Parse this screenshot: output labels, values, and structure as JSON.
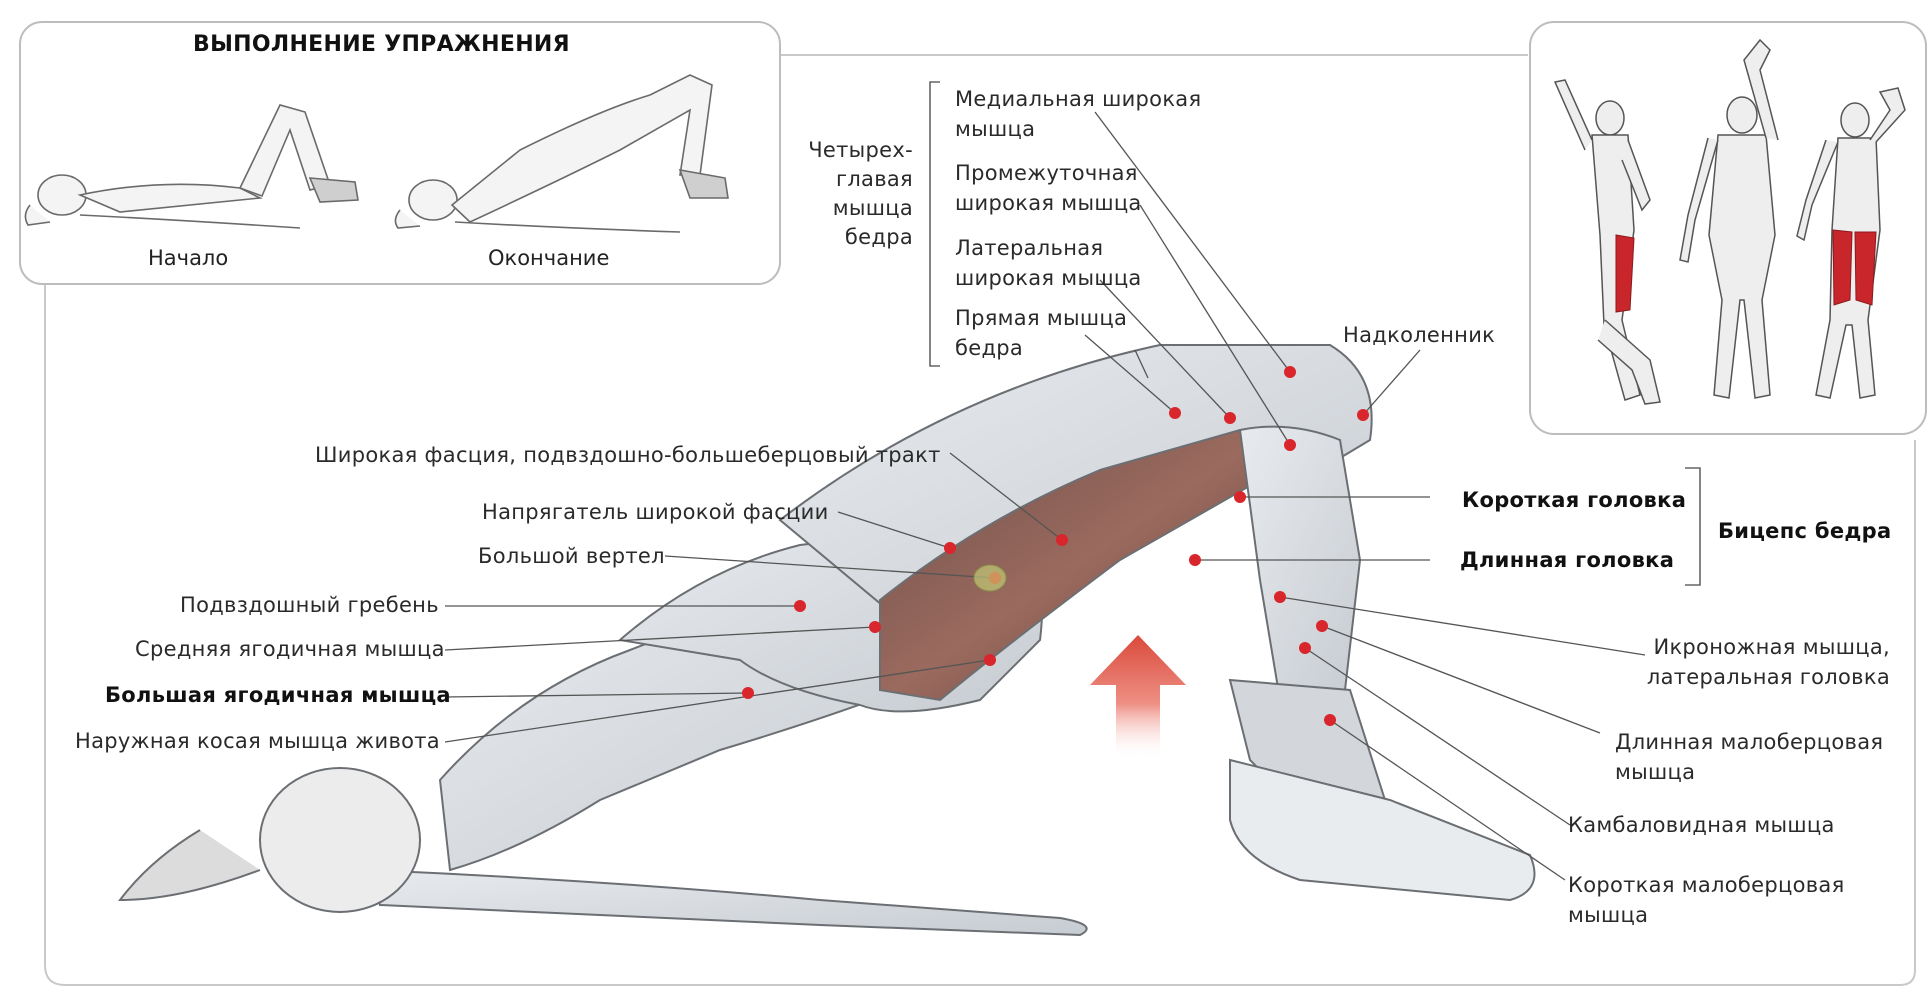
{
  "inset": {
    "title": "ВЫПОЛНЕНИЕ УПРАЖНЕНИЯ",
    "start": "Начало",
    "end": "Окончание"
  },
  "quad": {
    "group": [
      "Четырех-",
      "главая",
      "мышца",
      "бедра"
    ],
    "vastus_medialis": [
      "Медиальная широкая",
      "мышца"
    ],
    "vastus_intermedius": [
      "Промежуточная",
      "широкая мышца"
    ],
    "vastus_lateralis": [
      "Латеральная",
      "широкая мышца"
    ],
    "rectus_femoris": [
      "Прямая мышца",
      "бедра"
    ]
  },
  "patella": "Надколенник",
  "left_labels": {
    "fascia_lata": "Широкая фасция, подвздошно-большеберцовый тракт",
    "tensor": "Напрягатель широкой фасции",
    "trochanter": "Большой вертел",
    "iliac_crest": "Подвздошный гребень",
    "gluteus_medius": "Средняя ягодичная мышца",
    "gluteus_maximus": "Большая ягодичная мышца",
    "external_oblique": "Наружная косая мышца живота"
  },
  "biceps": {
    "short_head": "Короткая головка",
    "long_head": "Длинная головка",
    "group": "Бицепс бедра"
  },
  "right_labels": {
    "gastrocnemius": [
      "Икроножная мышца,",
      "латеральная  головка"
    ],
    "peroneus_longus": [
      "Длинная  малоберцовая",
      "мышца"
    ],
    "soleus": "Камбаловидная  мышца",
    "peroneus_brevis": [
      "Короткая  малоберцовая",
      "мышца"
    ]
  },
  "colors": {
    "marker": "#d9262c",
    "highlight_muscle": "#c8262b",
    "frame": "#c9c9c9",
    "leader": "#555555",
    "arrow": "#e0584c"
  }
}
